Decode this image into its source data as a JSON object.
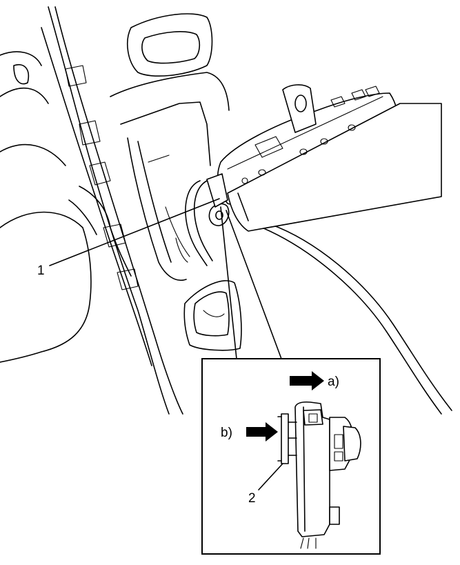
{
  "callouts": {
    "c1": "1",
    "c2": "2",
    "a": "a)",
    "b": "b)"
  },
  "colors": {
    "line": "#000000",
    "background": "#ffffff"
  }
}
